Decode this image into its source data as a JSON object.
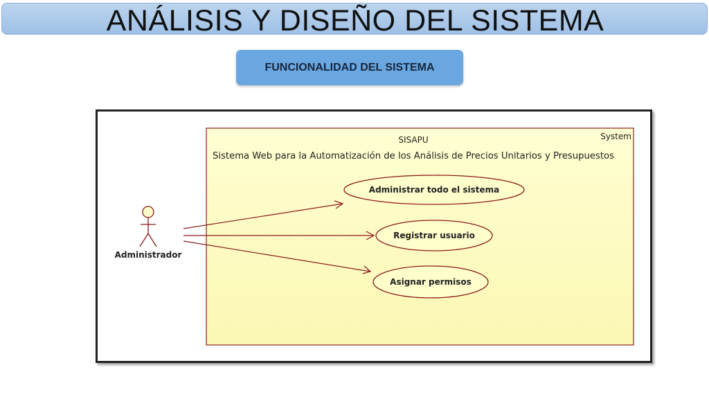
{
  "slide": {
    "title": "ANÁLISIS Y DISEÑO DEL SISTEMA",
    "subtitle": "FUNCIONALIDAD DEL SISTEMA"
  },
  "diagram": {
    "system": {
      "stereotype": "System",
      "name": "SISAPU",
      "description": "Sistema Web para la Automatización de los Análisis de Precios Unitarios y Presupuestos"
    },
    "actor": {
      "name": "Administrador"
    },
    "use_cases": [
      {
        "label": "Administrar todo el sistema"
      },
      {
        "label": "Registrar usuario"
      },
      {
        "label": "Asignar permisos"
      }
    ],
    "colors": {
      "system_fill": "#ffffcc",
      "system_border": "#8b2020",
      "use_case_fill": "#ffffcc",
      "use_case_border": "#8b1a1a",
      "association": "#8b1a1a",
      "actor_head_fill": "#ffffcc"
    }
  }
}
